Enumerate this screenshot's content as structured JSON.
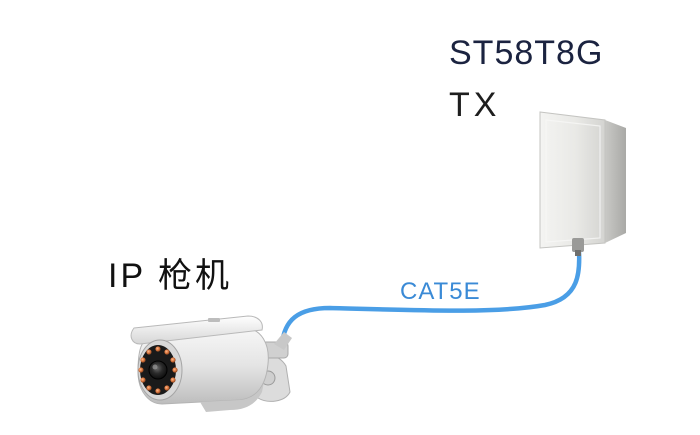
{
  "transmitter": {
    "model": "ST58T8G",
    "role": "TX"
  },
  "camera": {
    "label": "IP 枪机"
  },
  "cable": {
    "label": "CAT5E",
    "color": "#4a9ee6"
  },
  "icons": {
    "antenna": "panel-antenna-icon",
    "camera": "bullet-ip-camera-icon"
  }
}
